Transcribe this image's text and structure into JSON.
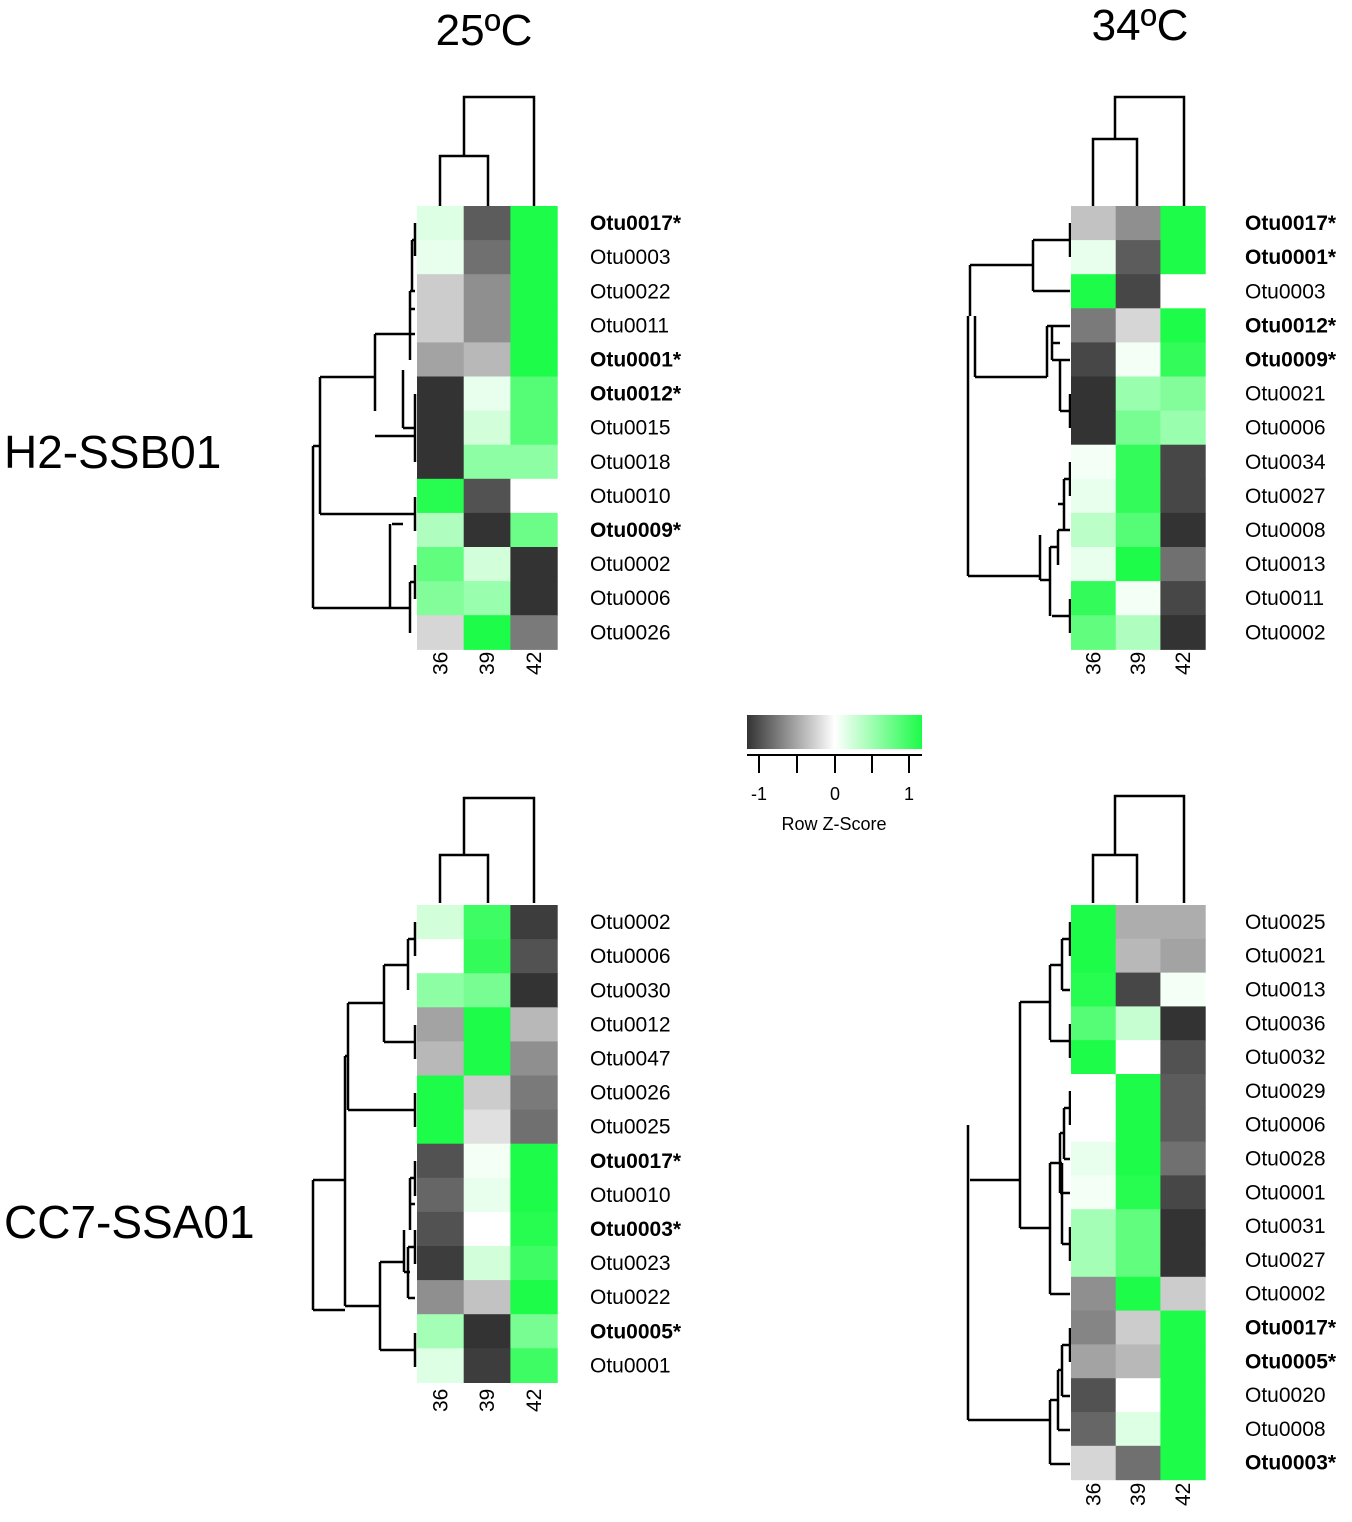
{
  "column_titles": [
    "25ºC",
    "34ºC"
  ],
  "row_titles": [
    "H2-SSB01",
    "CC7-SSA01"
  ],
  "legend": {
    "label": "Row Z-Score",
    "ticks": [
      "-1",
      "0",
      "1"
    ],
    "colors": {
      "low": "#333333",
      "mid": "#ffffff",
      "high": "#1cfc48"
    }
  },
  "chart_data": [
    {
      "type": "heatmap",
      "panel": "H2-SSB01 25ºC",
      "columns": [
        "36",
        "39",
        "42"
      ],
      "rows": [
        "Otu0017*",
        "Otu0003",
        "Otu0022",
        "Otu0011",
        "Otu0001*",
        "Otu0012*",
        "Otu0015",
        "Otu0018",
        "Otu0010",
        "Otu0009*",
        "Otu0002",
        "Otu0006",
        "Otu0026"
      ],
      "bold_rows": [
        "Otu0017*",
        "Otu0001*",
        "Otu0012*",
        "Otu0009*"
      ],
      "values": [
        [
          0.15,
          -0.8,
          1.0
        ],
        [
          0.1,
          -0.7,
          1.0
        ],
        [
          -0.25,
          -0.55,
          1.0
        ],
        [
          -0.25,
          -0.55,
          1.0
        ],
        [
          -0.45,
          -0.35,
          1.0
        ],
        [
          -1.0,
          0.1,
          0.75
        ],
        [
          -1.0,
          0.2,
          0.75
        ],
        [
          -1.0,
          0.5,
          0.5
        ],
        [
          0.95,
          -0.85,
          0.0
        ],
        [
          0.35,
          -1.0,
          0.65
        ],
        [
          0.7,
          0.2,
          -1.0
        ],
        [
          0.55,
          0.45,
          -1.0
        ],
        [
          -0.2,
          1.0,
          -0.65
        ]
      ]
    },
    {
      "type": "heatmap",
      "panel": "H2-SSB01 34ºC",
      "columns": [
        "36",
        "39",
        "42"
      ],
      "rows": [
        "Otu0017*",
        "Otu0001*",
        "Otu0003",
        "Otu0012*",
        "Otu0009*",
        "Otu0021",
        "Otu0006",
        "Otu0034",
        "Otu0027",
        "Otu0008",
        "Otu0013",
        "Otu0011",
        "Otu0002"
      ],
      "bold_rows": [
        "Otu0017*",
        "Otu0001*",
        "Otu0012*",
        "Otu0009*"
      ],
      "values": [
        [
          -0.3,
          -0.55,
          1.0
        ],
        [
          0.1,
          -0.8,
          1.0
        ],
        [
          1.0,
          -0.9,
          0.0
        ],
        [
          -0.65,
          -0.2,
          1.0
        ],
        [
          -0.9,
          0.05,
          0.9
        ],
        [
          -1.0,
          0.45,
          0.55
        ],
        [
          -1.0,
          0.6,
          0.45
        ],
        [
          0.05,
          0.9,
          -0.9
        ],
        [
          0.1,
          0.9,
          -0.9
        ],
        [
          0.3,
          0.75,
          -1.0
        ],
        [
          0.1,
          1.0,
          -0.7
        ],
        [
          0.9,
          0.05,
          -0.9
        ],
        [
          0.7,
          0.35,
          -1.0
        ]
      ]
    },
    {
      "type": "heatmap",
      "panel": "CC7-SSA01 25ºC",
      "columns": [
        "36",
        "39",
        "42"
      ],
      "rows": [
        "Otu0002",
        "Otu0006",
        "Otu0030",
        "Otu0012",
        "Otu0047",
        "Otu0026",
        "Otu0025",
        "Otu0017*",
        "Otu0010",
        "Otu0003*",
        "Otu0023",
        "Otu0022",
        "Otu0005*",
        "Otu0001"
      ],
      "bold_rows": [
        "Otu0017*",
        "Otu0003*",
        "Otu0005*"
      ],
      "values": [
        [
          0.2,
          0.85,
          -0.95
        ],
        [
          0.0,
          0.9,
          -0.85
        ],
        [
          0.5,
          0.6,
          -1.0
        ],
        [
          -0.45,
          1.0,
          -0.35
        ],
        [
          -0.35,
          1.0,
          -0.55
        ],
        [
          1.0,
          -0.25,
          -0.65
        ],
        [
          1.0,
          -0.15,
          -0.7
        ],
        [
          -0.85,
          0.05,
          1.0
        ],
        [
          -0.75,
          0.1,
          1.0
        ],
        [
          -0.85,
          0.0,
          0.95
        ],
        [
          -0.95,
          0.2,
          0.85
        ],
        [
          -0.55,
          -0.3,
          1.0
        ],
        [
          0.4,
          -1.0,
          0.6
        ],
        [
          0.15,
          -0.95,
          0.85
        ]
      ]
    },
    {
      "type": "heatmap",
      "panel": "CC7-SSA01 34ºC",
      "columns": [
        "36",
        "39",
        "42"
      ],
      "rows": [
        "Otu0025",
        "Otu0021",
        "Otu0013",
        "Otu0036",
        "Otu0032",
        "Otu0029",
        "Otu0006",
        "Otu0028",
        "Otu0001",
        "Otu0031",
        "Otu0027",
        "Otu0002",
        "Otu0017*",
        "Otu0005*",
        "Otu0020",
        "Otu0008",
        "Otu0003*"
      ],
      "bold_rows": [
        "Otu0017*",
        "Otu0005*",
        "Otu0003*"
      ],
      "values": [
        [
          1.0,
          -0.4,
          -0.4
        ],
        [
          1.0,
          -0.35,
          -0.45
        ],
        [
          0.95,
          -0.9,
          0.05
        ],
        [
          0.75,
          0.25,
          -1.0
        ],
        [
          1.0,
          0.0,
          -0.85
        ],
        [
          0.0,
          1.0,
          -0.8
        ],
        [
          0.0,
          1.0,
          -0.8
        ],
        [
          0.1,
          1.0,
          -0.7
        ],
        [
          0.05,
          0.95,
          -0.9
        ],
        [
          0.4,
          0.7,
          -1.0
        ],
        [
          0.4,
          0.7,
          -1.0
        ],
        [
          -0.55,
          1.0,
          -0.25
        ],
        [
          -0.6,
          -0.25,
          1.0
        ],
        [
          -0.45,
          -0.35,
          1.0
        ],
        [
          -0.85,
          0.0,
          1.0
        ],
        [
          -0.75,
          0.15,
          1.0
        ],
        [
          -0.2,
          -0.7,
          1.0
        ]
      ]
    }
  ]
}
